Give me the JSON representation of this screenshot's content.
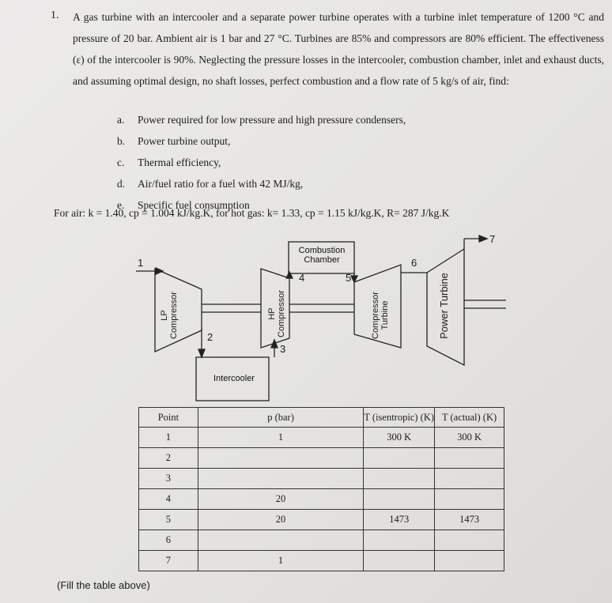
{
  "question": {
    "number": "1.",
    "text": "A gas turbine with an intercooler and a separate power turbine operates with a turbine inlet temperature of 1200 °C and pressure of 20 bar. Ambient air is 1 bar and 27 °C. Turbines are 85% and compressors are 80% efficient. The effectiveness (ε) of the intercooler is 90%. Neglecting the pressure losses in the intercooler, combustion chamber, inlet and exhaust ducts, and assuming optimal design, no shaft losses, perfect combustion and a flow rate of 5 kg/s of air, find:",
    "items": [
      {
        "marker": "a.",
        "text": "Power required for low pressure and high pressure condensers,"
      },
      {
        "marker": "b.",
        "text": "Power turbine output,"
      },
      {
        "marker": "c.",
        "text": "Thermal efficiency,"
      },
      {
        "marker": "d.",
        "text": "Air/fuel ratio for a fuel with 42 MJ/kg,"
      },
      {
        "marker": "e.",
        "text": "Specific fuel consumption"
      }
    ],
    "properties": "For air: k = 1.40, cp = 1.004 kJ/kg.K, for hot gas: k= 1.33, cp = 1.15 kJ/kg.K, R= 287 J/kg.K"
  },
  "diagram": {
    "combustion_chamber": "Combustion Chamber",
    "lp_compressor": "LP Compressor",
    "hp_compressor": "HP Compressor",
    "compressor_turbine": "Compressor Turbine",
    "power_turbine": "Power Turbine",
    "intercooler": "Intercooler",
    "points": {
      "p1": "1",
      "p2": "2",
      "p3": "3",
      "p4": "4",
      "p5": "5",
      "p6": "6",
      "p7": "7"
    }
  },
  "table": {
    "headers": [
      "Point",
      "p (bar)",
      "T (isentropic) (K)",
      "T (actual) (K)"
    ],
    "rows": [
      [
        "1",
        "1",
        "300 K",
        "300 K"
      ],
      [
        "2",
        "",
        "",
        ""
      ],
      [
        "3",
        "",
        "",
        ""
      ],
      [
        "4",
        "20",
        "",
        ""
      ],
      [
        "5",
        "20",
        "1473",
        "1473"
      ],
      [
        "6",
        "",
        "",
        ""
      ],
      [
        "7",
        "1",
        "",
        ""
      ]
    ]
  },
  "footer": "(Fill the table above)"
}
